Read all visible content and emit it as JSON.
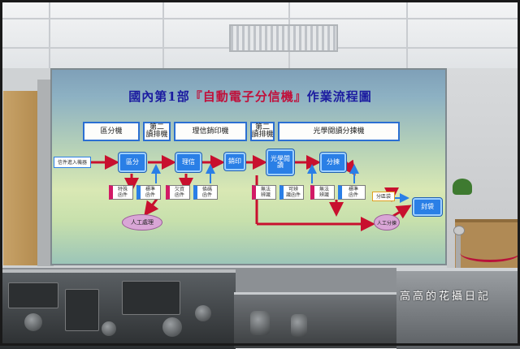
{
  "screen": {
    "title_prefix": "國內第1部",
    "title_highlight": "『自動電子分信機』",
    "title_suffix": "作業流程圖"
  },
  "categories": [
    "區分機",
    "第二\n讀排機",
    "理信銷印機",
    "第二\n讀排機",
    "光學閱讀分揀機"
  ],
  "nodes": {
    "start": "信件進入機器",
    "n1": "區分",
    "n2": "理信",
    "n3": "銷印",
    "n4": "光學閱讀",
    "n5": "分揀",
    "end": "封袋"
  },
  "small_labels": {
    "s1": "特殊\n函件",
    "s2": "標準\n函件",
    "s3": "欠資\n函件",
    "s4": "條碼\n函件",
    "s5": "無法\n辨識",
    "s6": "可辨\n識函件",
    "s7": "無法\n辨識",
    "s8": "標準\n函件",
    "s9": "分區袋"
  },
  "ovals": {
    "manual": "人工處理",
    "manual2": "人工分揀"
  },
  "watermark": "高高的花攝日記",
  "colors": {
    "arrow_red": "#c8102e",
    "node_blue": "#2a7fe6",
    "title_blue": "#1b1ba0"
  }
}
